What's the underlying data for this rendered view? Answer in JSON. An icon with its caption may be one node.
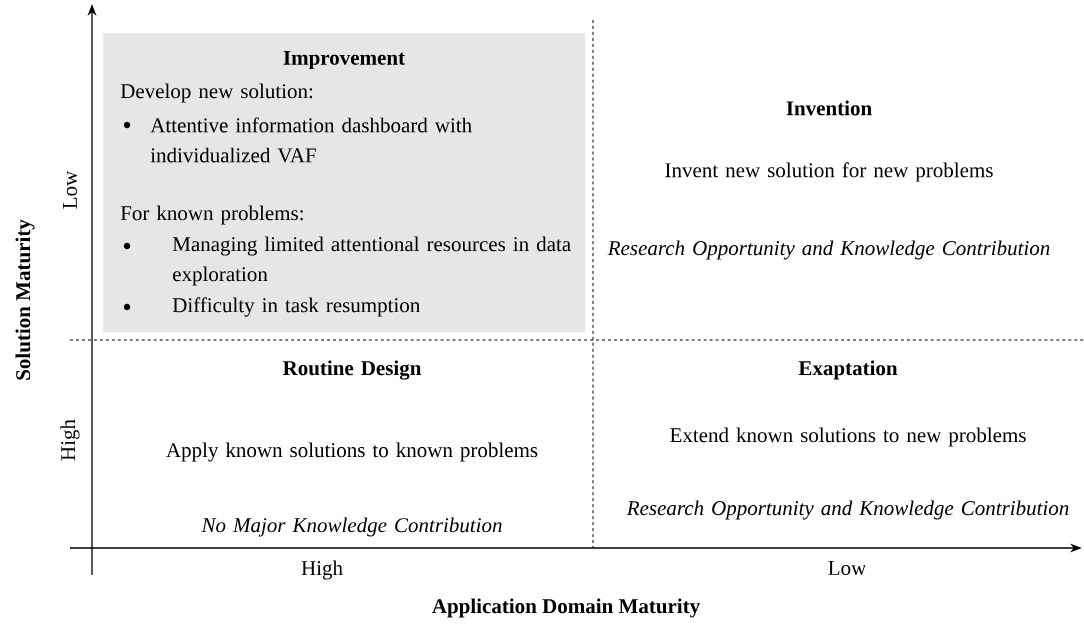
{
  "diagram": {
    "nodes": [
      {
        "text": [
          "Improvement",
          "Develop new solution:",
          "Attentive information dashboard with individualized VAF",
          "For known problems:",
          "Managing limited attentional resources in data exploration",
          "Difficulty in task resumption"
        ]
      },
      {
        "text": [
          "Invention",
          "Invent new solution for new problems",
          "Research Opportunity and Knowledge Contribution"
        ]
      },
      {
        "text": [
          "Routine Design",
          "Apply known solutions to known problems",
          "No Major Knowledge Contribution"
        ]
      },
      {
        "text": [
          "Exaptation",
          "Extend known solutions to new problems",
          "Research Opportunity and Knowledge Contribution"
        ]
      }
    ],
    "labels": [
      "Low",
      "High",
      "Solution Maturity",
      "High",
      "Low",
      "Application Domain Maturity"
    ]
  }
}
